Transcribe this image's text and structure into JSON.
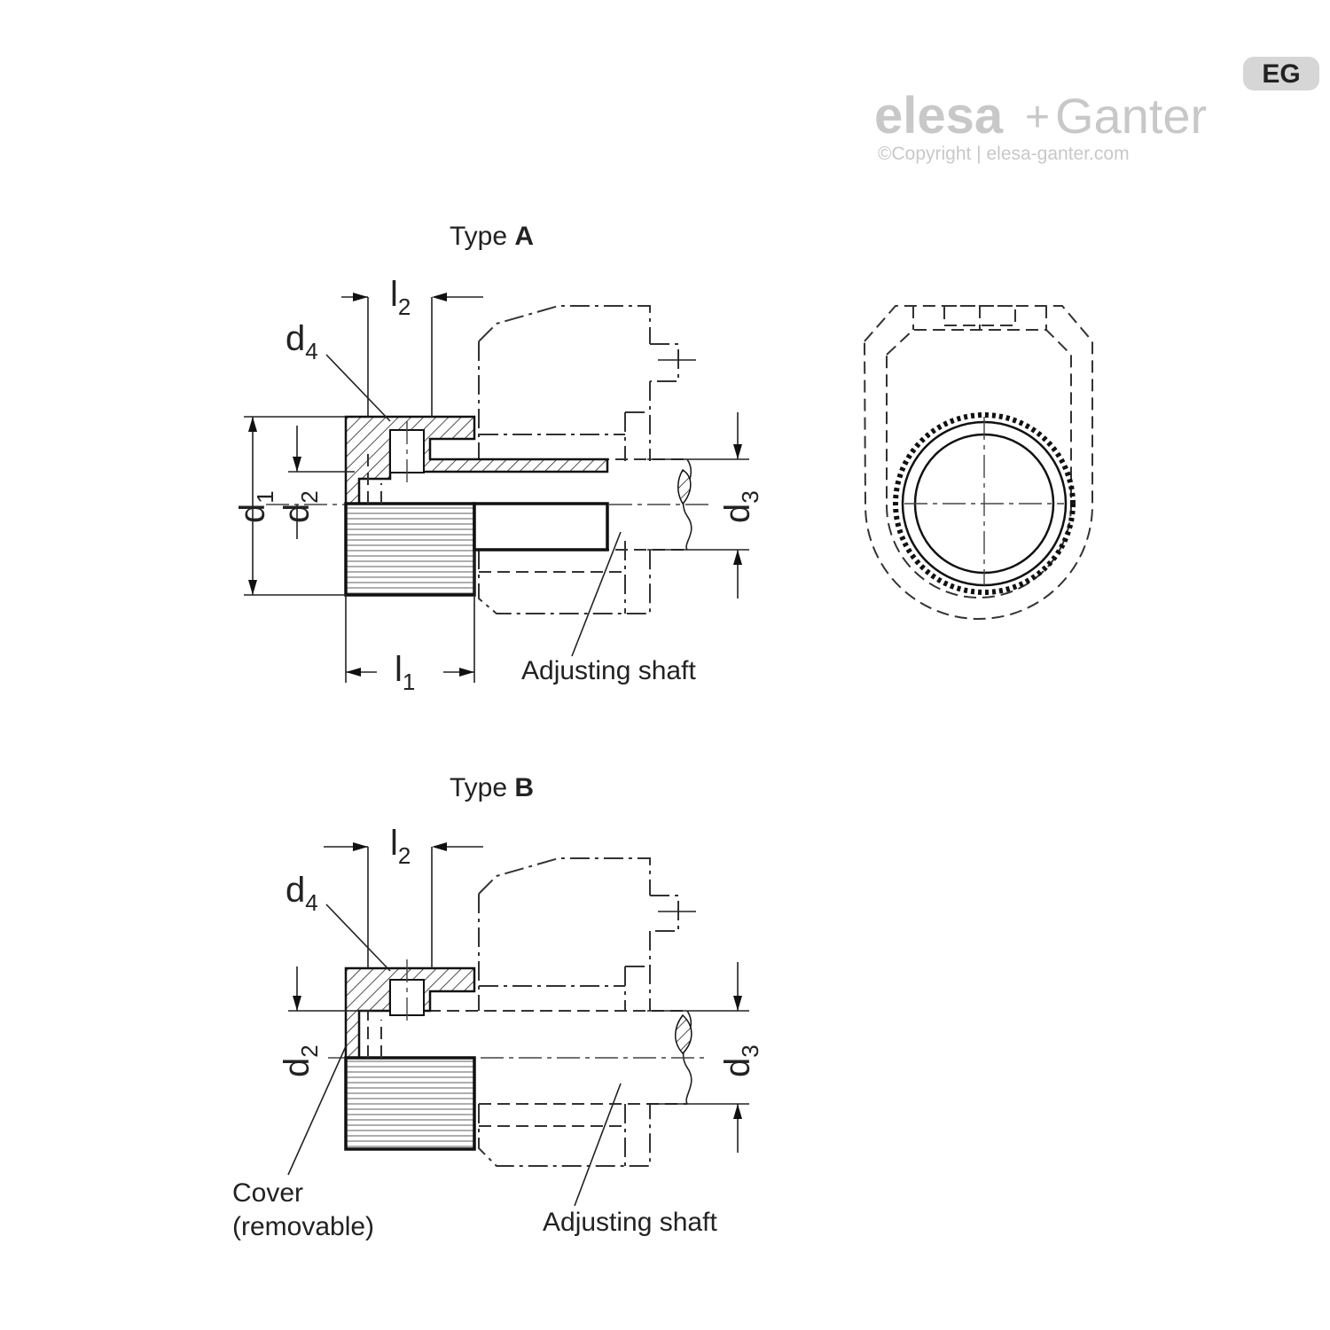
{
  "brand": {
    "badge": "EG",
    "name_left": "elesa",
    "name_plus": "+",
    "name_right": "Ganter",
    "copyright": "©Copyright | elesa-ganter.com"
  },
  "type_a": {
    "title_prefix": "Type ",
    "title_letter": "A",
    "l2": "l",
    "l2_sub": "2",
    "d4": "d",
    "d4_sub": "4",
    "d1": "d",
    "d1_sub": "1",
    "d2": "d",
    "d2_sub": "2",
    "d3": "d",
    "d3_sub": "3",
    "l1": "l",
    "l1_sub": "1",
    "shaft_label": "Adjusting shaft"
  },
  "type_b": {
    "title_prefix": "Type ",
    "title_letter": "B",
    "l2": "l",
    "l2_sub": "2",
    "d4": "d",
    "d4_sub": "4",
    "d2": "d",
    "d2_sub": "2",
    "d3": "d",
    "d3_sub": "3",
    "shaft_label": "Adjusting shaft",
    "cover_label_1": "Cover",
    "cover_label_2": "(removable)"
  }
}
